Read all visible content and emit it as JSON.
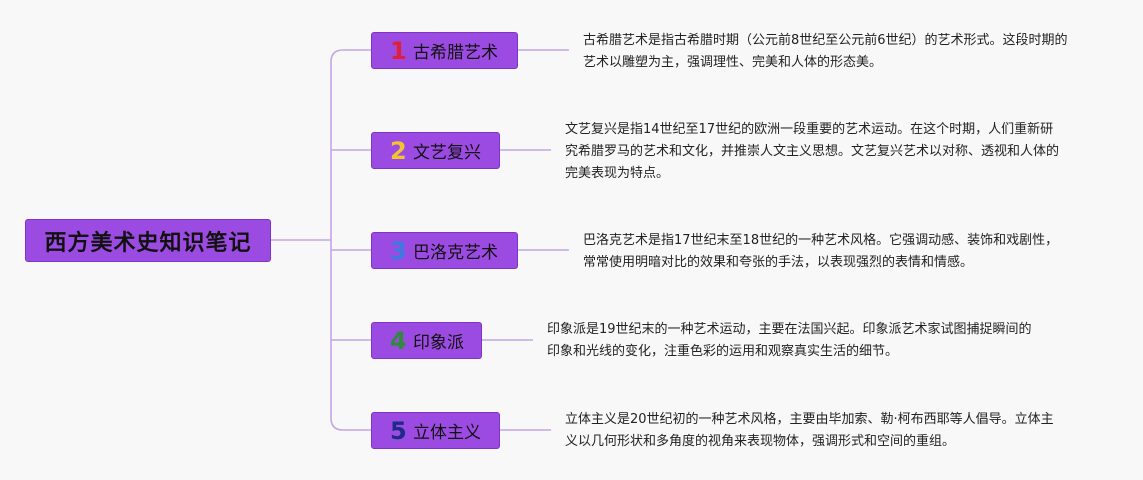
{
  "root": {
    "title": "西方美术史知识笔记"
  },
  "colors": {
    "node_fill": "#9c4be2",
    "connector": "#c3a6e6"
  },
  "branches": [
    {
      "number": "1",
      "number_color": "#e0203a",
      "title": "古希腊艺术",
      "description": "古希腊艺术是指古希腊时期（公元前8世纪至公元前6世纪）的艺术形式。这段时期的艺术以雕塑为主，强调理性、完美和人体的形态美。"
    },
    {
      "number": "2",
      "number_color": "#f4c430",
      "title": "文艺复兴",
      "description": "文艺复兴是指14世纪至17世纪的欧洲一段重要的艺术运动。在这个时期，人们重新研究希腊罗马的艺术和文化，并推崇人文主义思想。文艺复兴艺术以对称、透视和人体的完美表现为特点。"
    },
    {
      "number": "3",
      "number_color": "#3a7be0",
      "title": "巴洛克艺术",
      "description": "巴洛克艺术是指17世纪末至18世纪的一种艺术风格。它强调动感、装饰和戏剧性，常常使用明暗对比的效果和夸张的手法，以表现强烈的表情和情感。"
    },
    {
      "number": "4",
      "number_color": "#2f8a3c",
      "title": "印象派",
      "description": "印象派是19世纪末的一种艺术运动，主要在法国兴起。印象派艺术家试图捕捉瞬间的印象和光线的变化，注重色彩的运用和观察真实生活的细节。"
    },
    {
      "number": "5",
      "number_color": "#1e2a8a",
      "title": "立体主义",
      "description": "立体主义是20世纪初的一种艺术风格，主要由毕加索、勒·柯布西耶等人倡导。立体主义以几何形状和多角度的视角来表现物体，强调形式和空间的重组。"
    }
  ]
}
